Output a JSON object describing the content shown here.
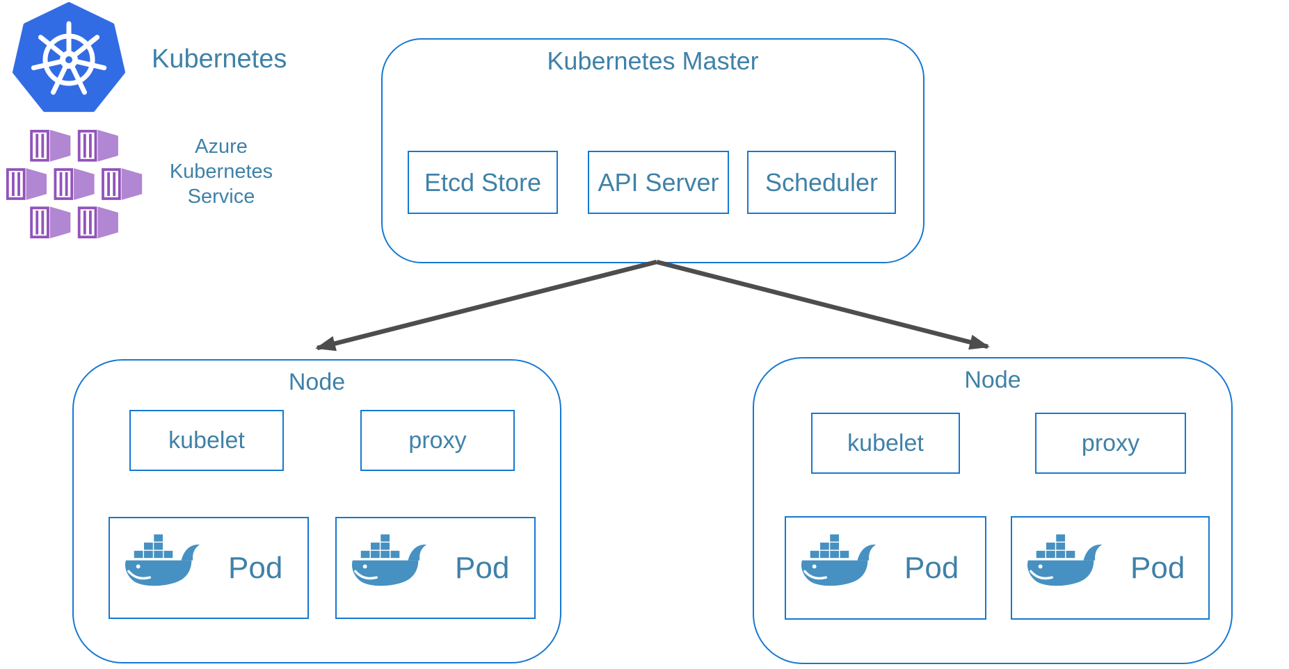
{
  "colors": {
    "border_blue": "#1578d2",
    "text_teal": "#3f81a8",
    "arrow_gray": "#4d4d4d",
    "docker_blue": "#4691c1",
    "k8s_blue": "#326ce5",
    "aks_purple_dark": "#9253ba",
    "aks_purple_light": "#b186d2"
  },
  "branding": {
    "kubernetes_label": "Kubernetes",
    "aks_lines": [
      "Azure",
      "Kubernetes",
      "Service"
    ]
  },
  "master": {
    "title": "Kubernetes Master",
    "components": [
      "Etcd Store",
      "API Server",
      "Scheduler"
    ]
  },
  "nodes": [
    {
      "title": "Node",
      "agents": [
        "kubelet",
        "proxy"
      ],
      "pods": [
        "Pod",
        "Pod"
      ]
    },
    {
      "title": "Node",
      "agents": [
        "kubelet",
        "proxy"
      ],
      "pods": [
        "Pod",
        "Pod"
      ]
    }
  ]
}
